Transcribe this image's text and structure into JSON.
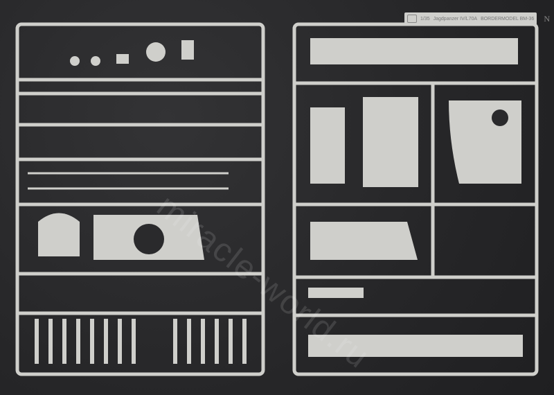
{
  "sprue_label": {
    "scale": "1/35",
    "model": "Jagdpanzer IV/L70A",
    "maker_code": "BORDERMODEL BM-36"
  },
  "sprue_letter": "N",
  "watermark": "miracle-world.ru",
  "colors": {
    "background": "#2a2a2c",
    "plastic": "#cfcfcb"
  }
}
